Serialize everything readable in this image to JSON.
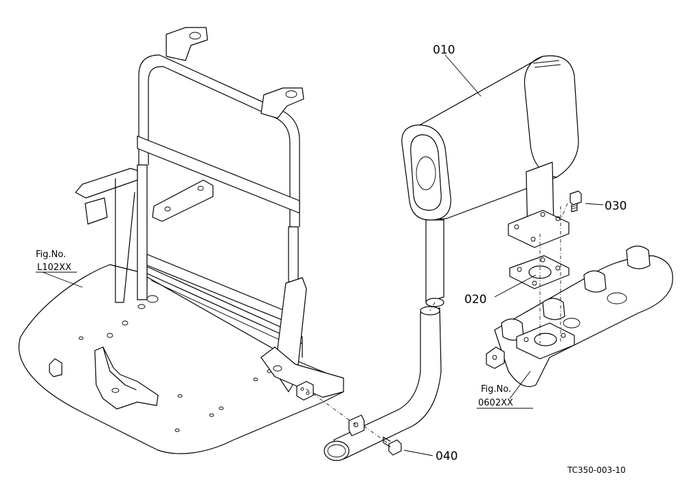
{
  "parts": {
    "p010": "010",
    "p020": "020",
    "p030": "030",
    "p040": "040"
  },
  "refs": {
    "frame_title": "Fig.No.",
    "frame_code": "L102XX",
    "manifold_title": "Fig.No.",
    "manifold_code": "0602XX"
  },
  "drawing_code": "TC350-003-10"
}
